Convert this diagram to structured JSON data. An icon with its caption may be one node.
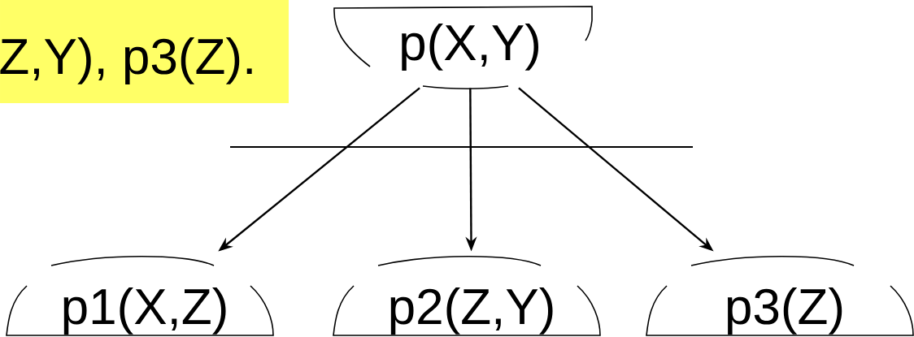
{
  "diagram": {
    "nodes": [
      {
        "text": [
          "Z,Y), p3(Z)."
        ]
      },
      {
        "text": [
          "p(X,Y)"
        ]
      },
      {
        "text": [
          "p1(X,Z)"
        ]
      },
      {
        "text": [
          "p2(Z,Y)"
        ]
      },
      {
        "text": [
          "p3(Z)"
        ]
      }
    ],
    "edges": [
      {
        "from": 1,
        "to": 2,
        "arrow": "to"
      },
      {
        "from": 1,
        "to": 3,
        "arrow": "to"
      },
      {
        "from": 1,
        "to": 4,
        "arrow": "to"
      }
    ]
  }
}
